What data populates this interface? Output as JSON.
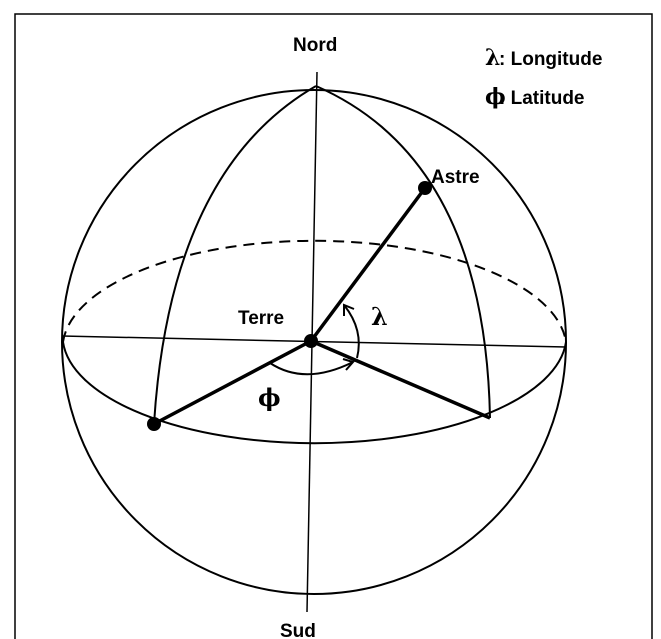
{
  "labels": {
    "north": "Nord",
    "south": "Sud",
    "earth": "Terre",
    "star": "Astre",
    "lambda_symbol": "λ",
    "phi_symbol": "ϕ"
  },
  "legend": {
    "lambda_symbol": "λ",
    "lambda_text": ": Longitude",
    "phi_symbol": "ϕ",
    "phi_text": ": Latitude"
  },
  "colors": {
    "background": "#ffffff",
    "ink": "#000000",
    "border": "#000000"
  }
}
